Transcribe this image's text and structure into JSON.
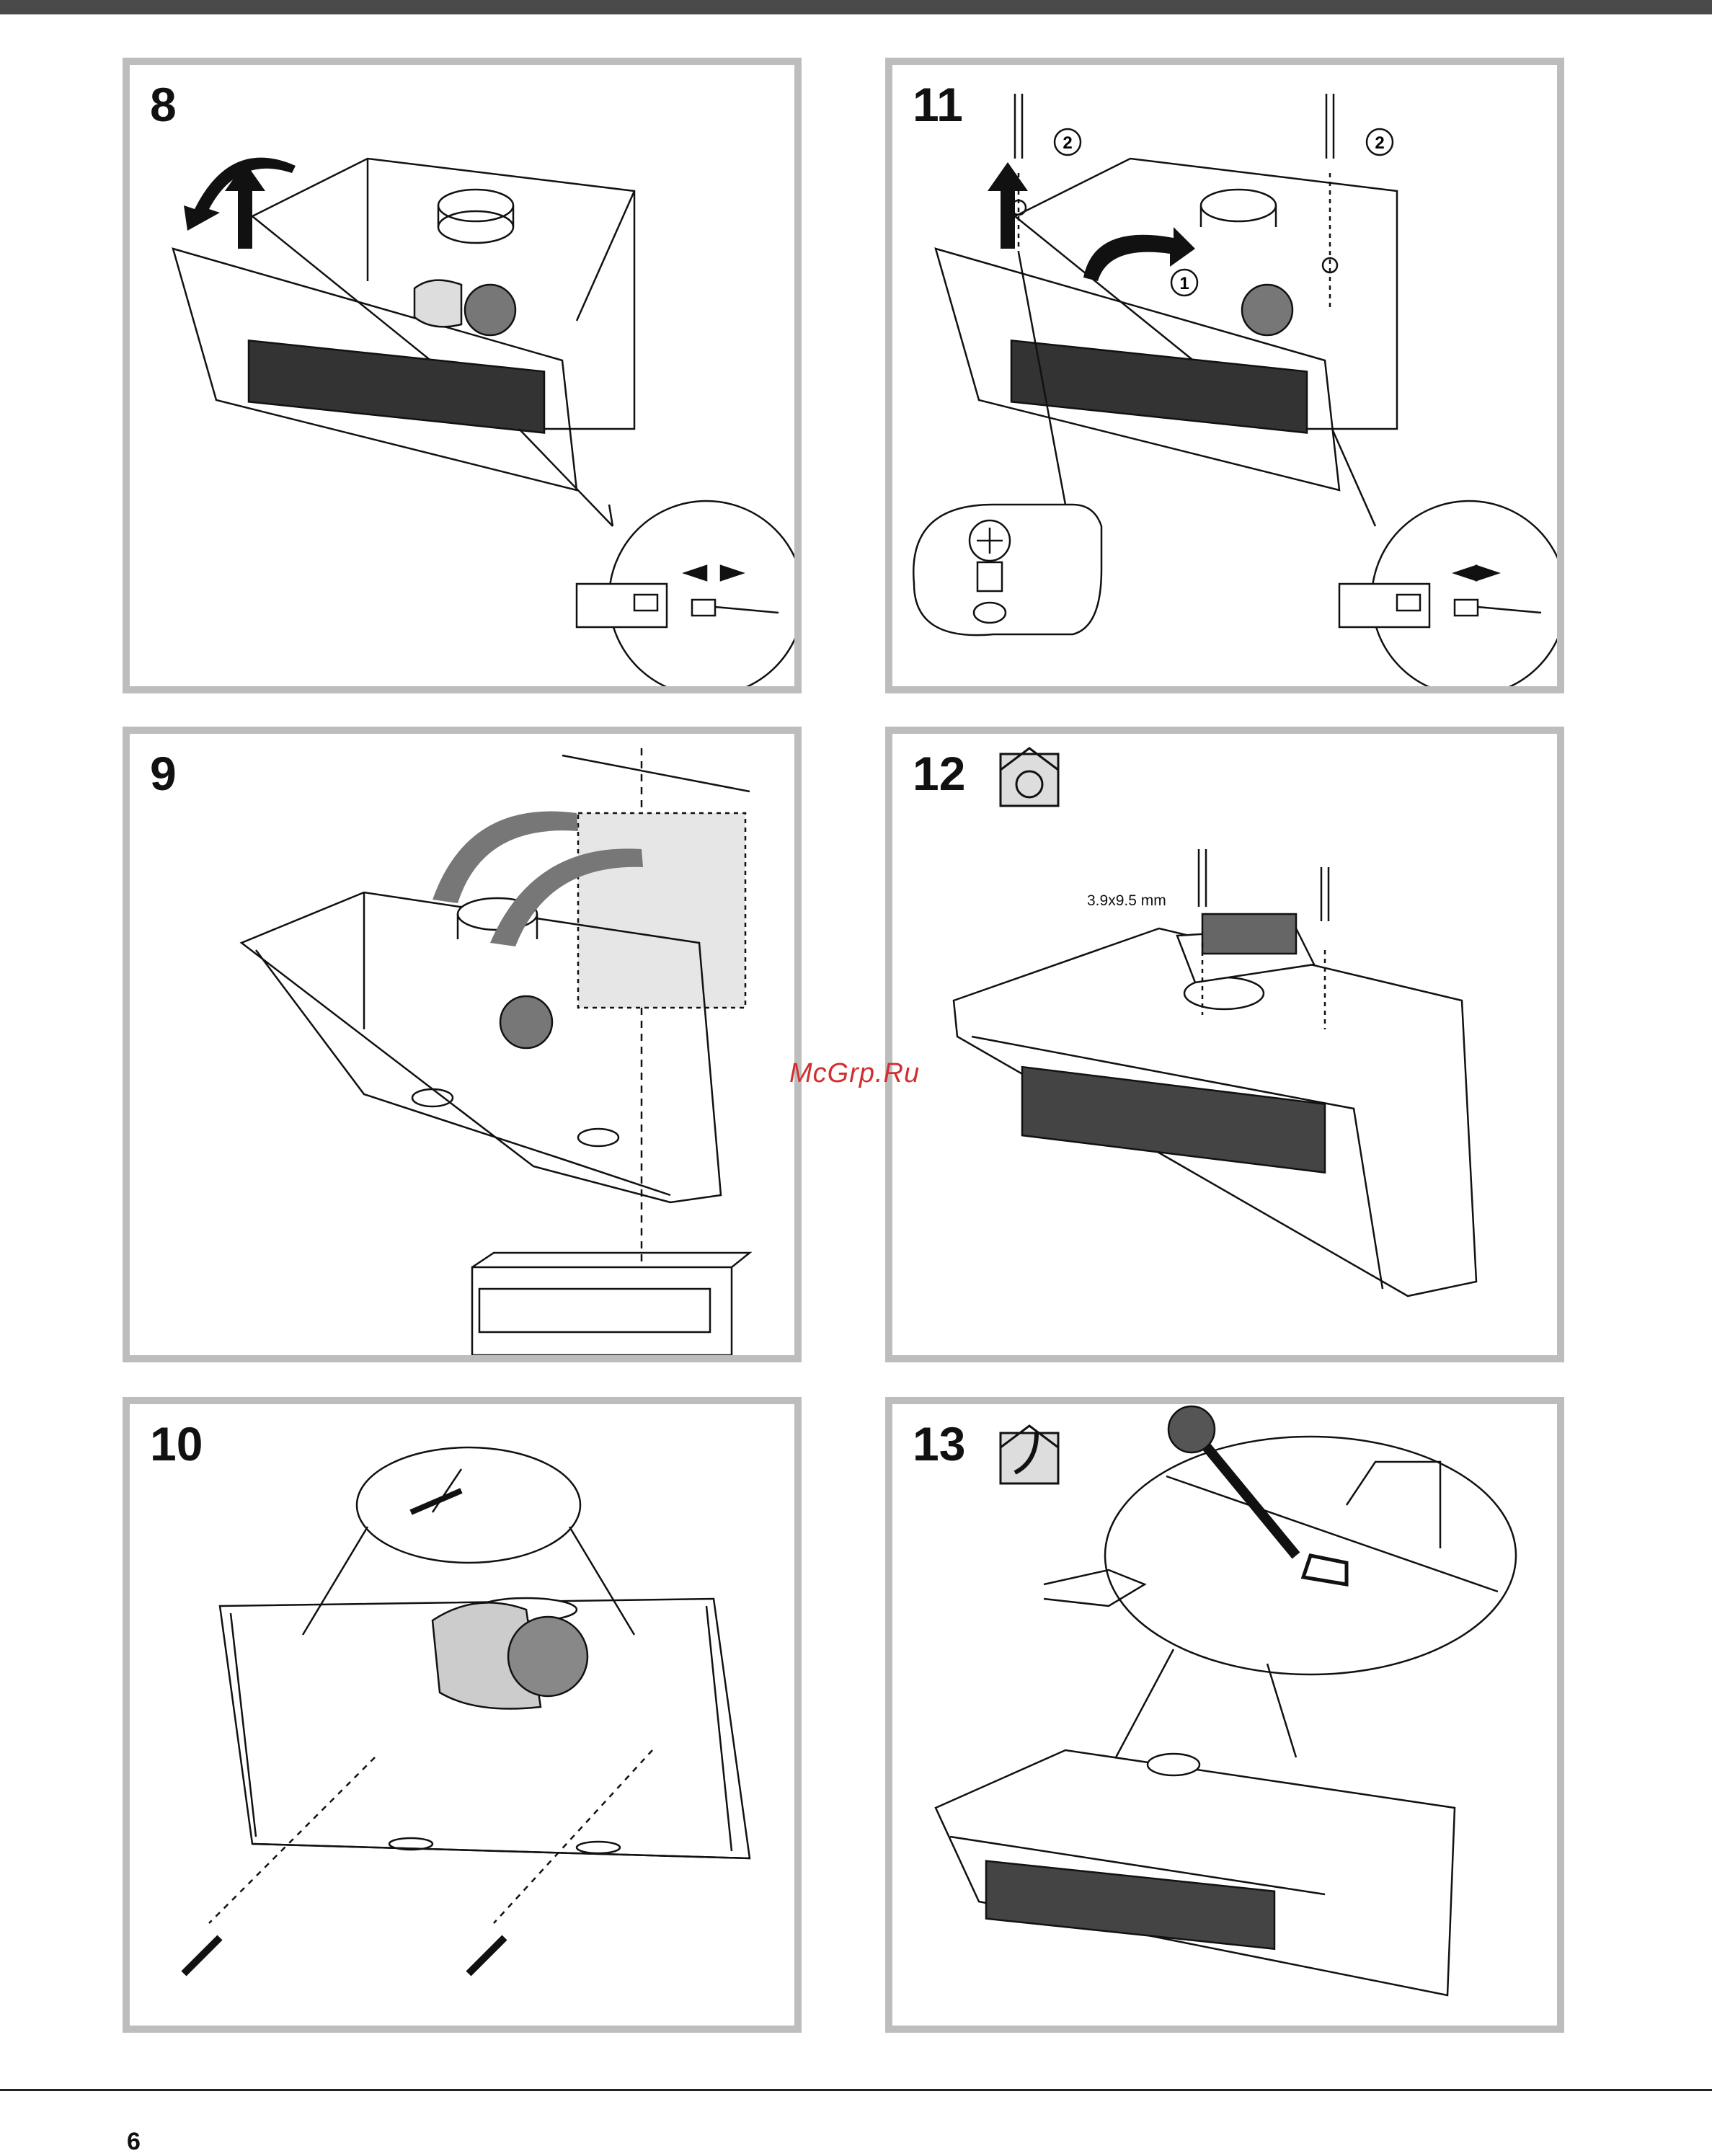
{
  "page": {
    "number": "6",
    "watermark": "McGrp.Ru"
  },
  "panels": [
    {
      "step": "8"
    },
    {
      "step": "11",
      "markers": [
        "1",
        "2",
        "2"
      ]
    },
    {
      "step": "9"
    },
    {
      "step": "12",
      "dimension_label": "3.9x9.5 mm",
      "icon": "recirculation-house-icon"
    },
    {
      "step": "10"
    },
    {
      "step": "13",
      "icon": "ducted-exhaust-house-icon"
    }
  ]
}
